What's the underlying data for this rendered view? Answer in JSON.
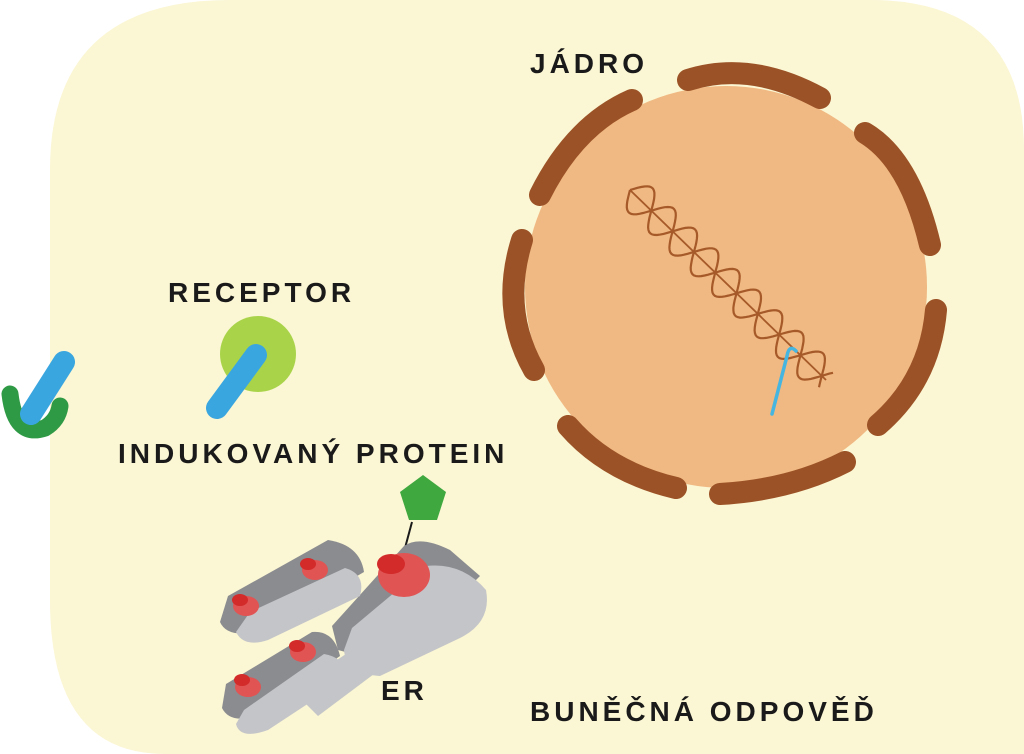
{
  "labels": {
    "nucleus": "JÁDRO",
    "receptor": "RECEPTOR",
    "induced_protein": "INDUKOVANÝ PROTEIN",
    "er": "ER",
    "cell_response": "BUNĚČNÁ ODPOVĚĎ"
  },
  "colors": {
    "cytoplasm": "#fbf6d3",
    "nucleus": "#f0b882",
    "nuclear_envelope": "#9b5226",
    "dna": "#a65a2a",
    "mrna": "#46b6e0",
    "receptor_body": "#3aa6e0",
    "ligand": "#a9d44a",
    "inhibitor": "#2f9a45",
    "protein": "#3fa83f",
    "er_light": "#c4c5c9",
    "er_dark": "#8b8c90",
    "ribosome": "#e2403f"
  }
}
